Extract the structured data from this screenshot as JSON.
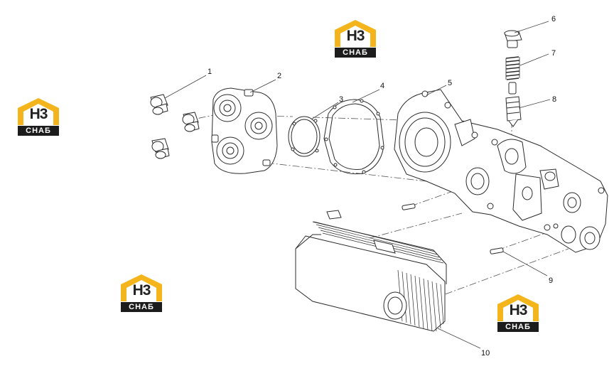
{
  "diagram": {
    "callouts": [
      {
        "id": "1",
        "label": "1"
      },
      {
        "id": "2",
        "label": "2"
      },
      {
        "id": "3",
        "label": "3"
      },
      {
        "id": "4",
        "label": "4"
      },
      {
        "id": "5",
        "label": "5"
      },
      {
        "id": "6",
        "label": "6"
      },
      {
        "id": "7",
        "label": "7"
      },
      {
        "id": "8",
        "label": "8"
      },
      {
        "id": "9",
        "label": "9"
      },
      {
        "id": "10",
        "label": "10"
      }
    ]
  },
  "watermark": {
    "main_text": "H3",
    "sub_text": "СНАБ",
    "roof_color": "#f4b51c",
    "text_color": "#222222",
    "band_color": "#1c1c1c"
  },
  "colors": {
    "line": "#2b2b2b",
    "leader": "#444444"
  }
}
